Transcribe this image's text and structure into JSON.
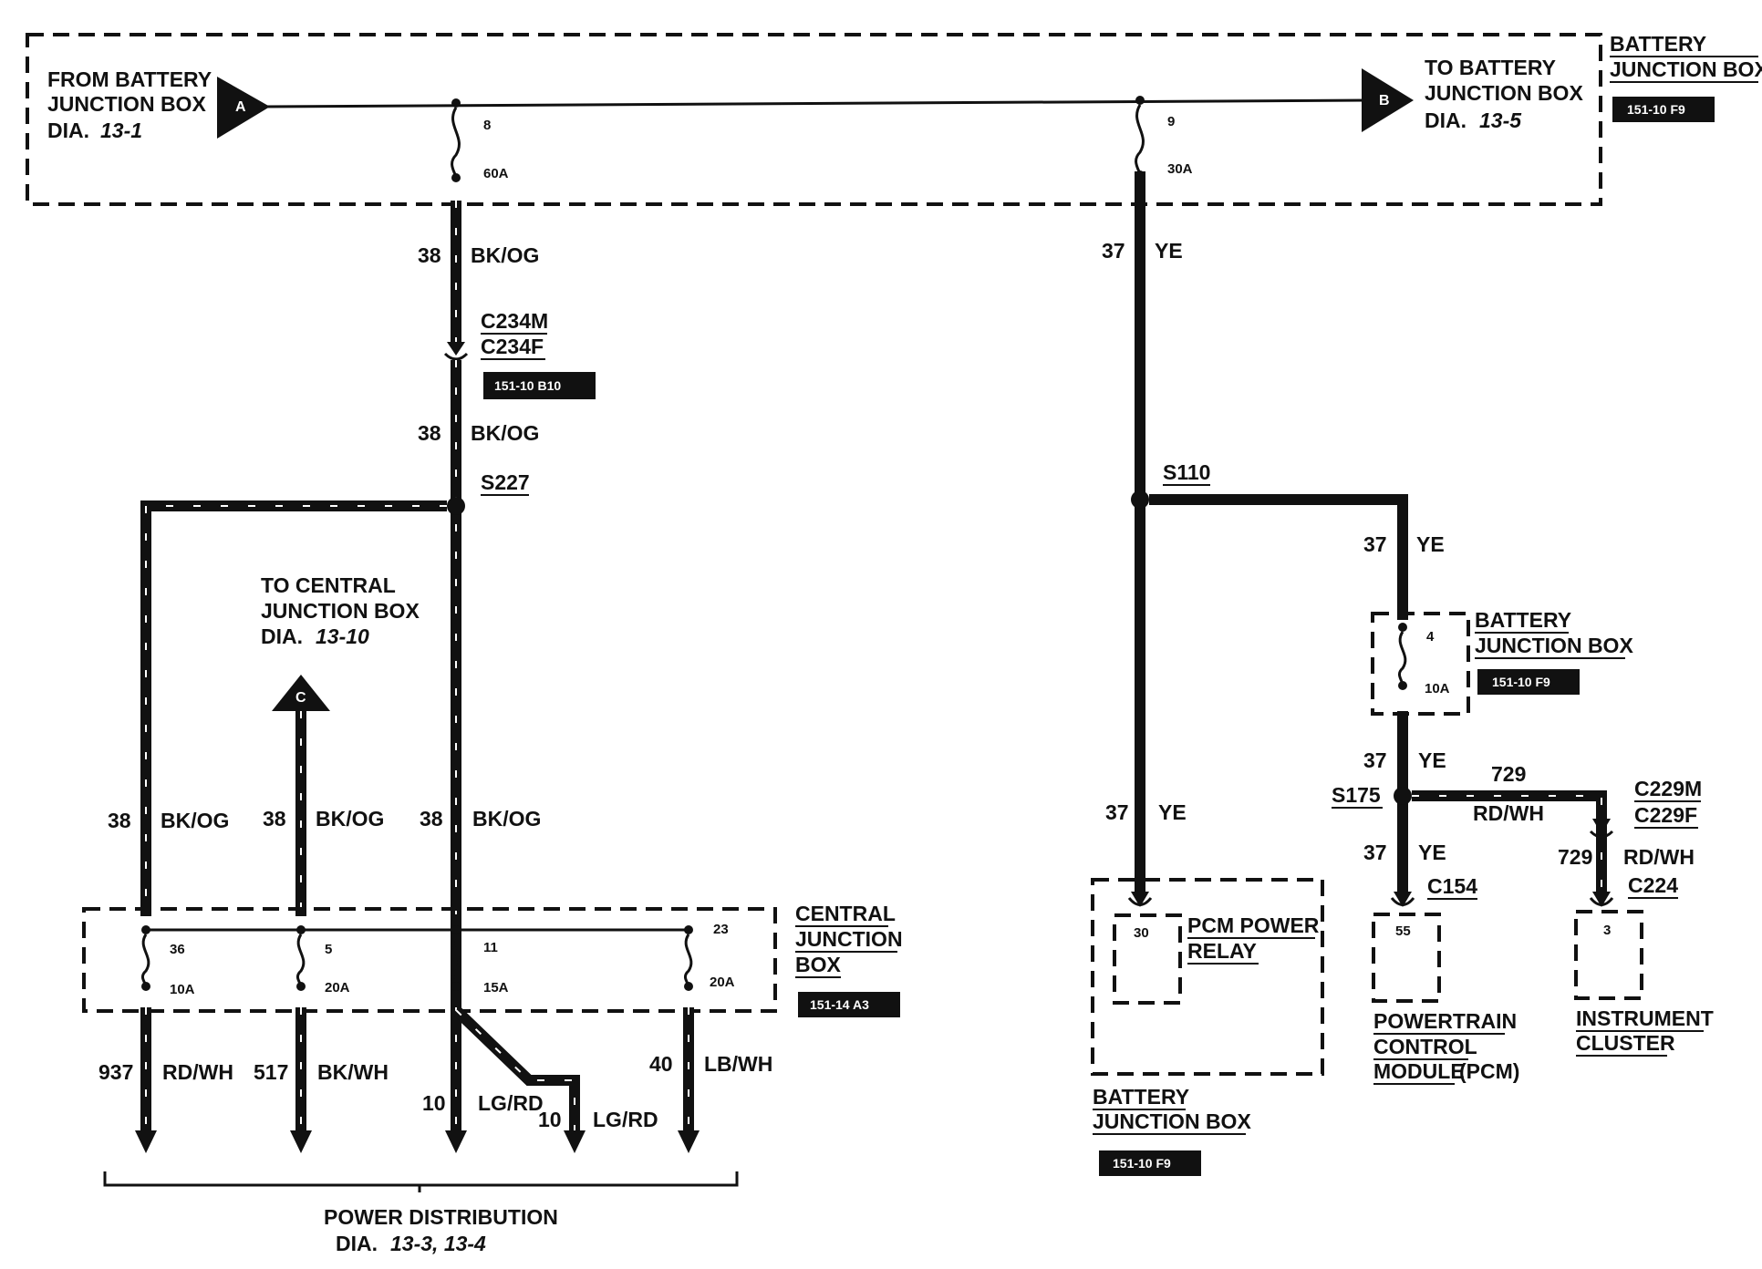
{
  "connectors": {
    "a": "A",
    "b": "B",
    "c": "C"
  },
  "top_box": {
    "from_line1": "FROM BATTERY",
    "from_line2": "JUNCTION BOX",
    "from_dia": "DIA.",
    "from_dia_num": "13-1",
    "to_line1": "TO BATTERY",
    "to_line2": "JUNCTION BOX",
    "to_dia": "DIA.",
    "to_dia_num": "13-5",
    "title_line1": "BATTERY",
    "title_line2": "JUNCTION BOX",
    "ref": "151-10 F9",
    "fuse1_num": "8",
    "fuse1_amp": "60A",
    "fuse2_num": "9",
    "fuse2_amp": "30A"
  },
  "left_wires": {
    "w38a_num": "38",
    "w38a_color": "BK/OG",
    "connector_m": "C234M",
    "connector_f": "C234F",
    "connector_ref": "151-10 B10",
    "w38b_num": "38",
    "w38b_color": "BK/OG",
    "splice": "S227",
    "to_central_line1": "TO CENTRAL",
    "to_central_line2": "JUNCTION BOX",
    "to_central_dia": "DIA.",
    "to_central_dia_num": "13-10",
    "w38c_num": "38",
    "w38c_color": "BK/OG",
    "w38d_num": "38",
    "w38d_color": "BK/OG",
    "w38e_num": "38",
    "w38e_color": "BK/OG"
  },
  "central_box": {
    "title_line1": "CENTRAL",
    "title_line2": "JUNCTION",
    "title_line3": "BOX",
    "ref": "151-14 A3",
    "fuses": [
      {
        "num": "36",
        "amp": "10A"
      },
      {
        "num": "5",
        "amp": "20A"
      },
      {
        "num": "11",
        "amp": "15A"
      },
      {
        "num": "23",
        "amp": "20A"
      }
    ]
  },
  "outputs": {
    "o1_num": "937",
    "o1_color": "RD/WH",
    "o2_num": "517",
    "o2_color": "BK/WH",
    "o3_num": "10",
    "o3_color": "LG/RD",
    "o4_num": "10",
    "o4_color": "LG/RD",
    "o5_num": "40",
    "o5_color": "LB/WH",
    "power_dist": "POWER DISTRIBUTION",
    "power_dia": "DIA.",
    "power_dia_num": "13-3, 13-4"
  },
  "right_wires": {
    "w37a_num": "37",
    "w37a_color": "YE",
    "splice_s110": "S110",
    "w37b_num": "37",
    "w37b_color": "YE",
    "w37c_num": "37",
    "w37c_color": "YE",
    "bjb2_line1": "BATTERY",
    "bjb2_line2": "JUNCTION BOX",
    "bjb2_ref": "151-10 F9",
    "fuse3_num": "4",
    "fuse3_amp": "10A",
    "w37d_num": "37",
    "w37d_color": "YE",
    "splice_s175": "S175",
    "w729_num": "729",
    "w729_color": "RD/WH",
    "c229m": "C229M",
    "c229f": "C229F",
    "w37e_num": "37",
    "w37e_color": "YE",
    "c154": "C154",
    "w729b_num": "729",
    "w729b_color": "RD/WH",
    "c224": "C224"
  },
  "relay_box": {
    "pin": "30",
    "relay_line1": "PCM POWER",
    "relay_line2": "RELAY",
    "title_line1": "BATTERY",
    "title_line2": "JUNCTION BOX",
    "ref": "151-10 F9"
  },
  "pcm": {
    "pin": "55",
    "line1": "POWERTRAIN",
    "line2": "CONTROL",
    "line3": "MODULE",
    "line3b": "(PCM)"
  },
  "cluster": {
    "pin": "3",
    "line1": "INSTRUMENT",
    "line2": "CLUSTER"
  }
}
